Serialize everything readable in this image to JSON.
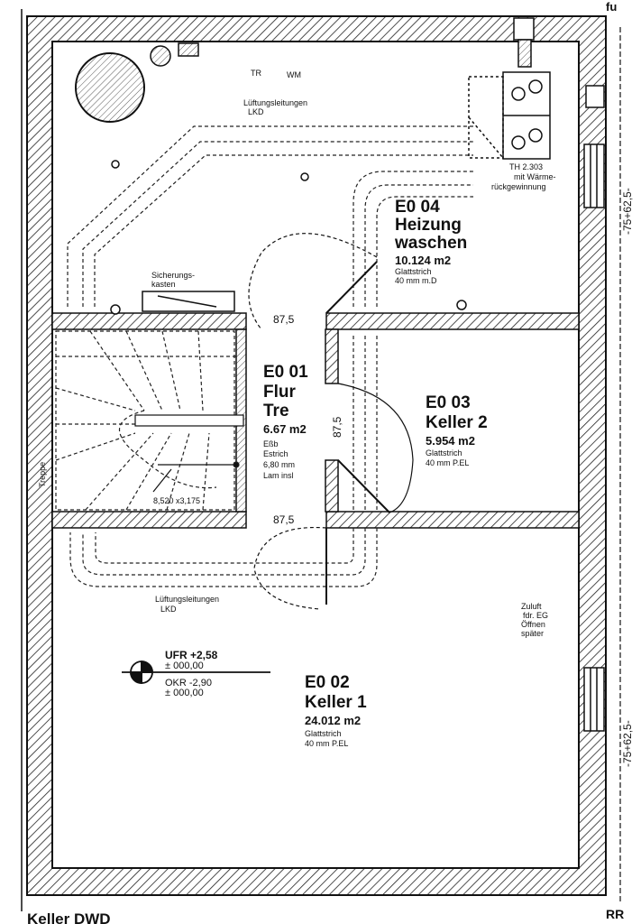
{
  "top_right": "fu",
  "bottom_right": "RR",
  "drawing_title": "Keller DWD",
  "equipment": {
    "tr": "TR",
    "wm": "WM",
    "th_label_1": "TH 2.303",
    "th_label_2": "mit Wärme-",
    "th_label_3": "rückgewinnung",
    "sicherung_1": "Sicherungs-",
    "sicherung_2": "kasten",
    "lueftung_top_1": "Lüftungsleitungen",
    "lueftung_top_2": "LKD",
    "lueftung_bottom_1": "Lüftungsleitungen",
    "lueftung_bottom_2": "LKD",
    "zuluft_1": "Zuluft",
    "zuluft_2": "fdr. EG",
    "zuluft_3": "Öffnen",
    "zuluft_4": "später",
    "stair_label": "Treppe",
    "stair_dims": "8,520 x3,175"
  },
  "dimensions": {
    "door_top": "87,5",
    "door_bottom": "87,5",
    "door_side": "87,5",
    "right_upper": "-75+62,5-",
    "right_lower": "-75+62,5-"
  },
  "rooms": [
    {
      "id": "E0 04",
      "name_1": "Heizung",
      "name_2": "waschen",
      "area": "10.124 m2",
      "detail_1": "Glattstrich",
      "detail_2": "40 mm m.D"
    },
    {
      "id": "E0 01",
      "name_1": "Flur",
      "name_2": "Tre",
      "area": "6.67 m2",
      "detail_1": "Eßb",
      "detail_2": "Estrich",
      "detail_3": "6,80 mm",
      "detail_4": "Lam insl"
    },
    {
      "id": "E0 03",
      "name_1": "Keller 2",
      "area": "5.954 m2",
      "detail_1": "Glattstrich",
      "detail_2": "40 mm P.EL"
    },
    {
      "id": "E0 02",
      "name_1": "Keller 1",
      "area": "24.012 m2",
      "detail_1": "Glattstrich",
      "detail_2": "40 mm P.EL"
    }
  ],
  "level_marker": {
    "ufr": "UFR +2,58",
    "ufr_val": "± 000,00",
    "okrr": "OKR -2,90",
    "okrr_val": "± 000,00"
  }
}
